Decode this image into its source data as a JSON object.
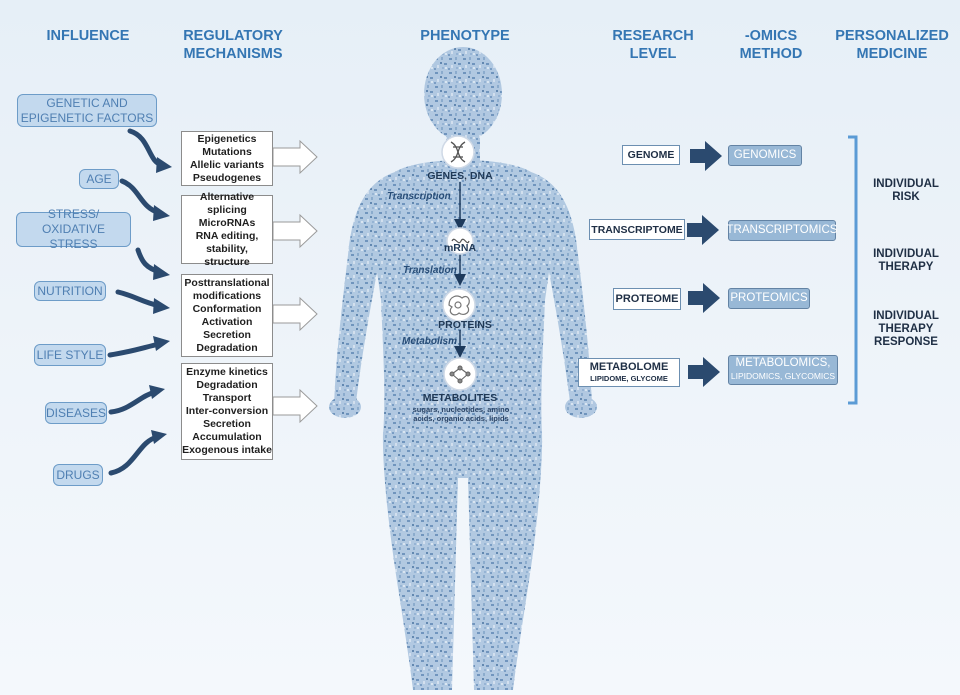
{
  "headers": {
    "influence": "INFLUENCE",
    "regulatory_line1": "REGULATORY",
    "regulatory_line2": "MECHANISMS",
    "phenotype": "PHENOTYPE",
    "research_line1": "RESEARCH",
    "research_line2": "LEVEL",
    "omics_line1": "-OMICS",
    "omics_line2": "METHOD",
    "personalized_line1": "PERSONALIZED",
    "personalized_line2": "MEDICINE"
  },
  "influences": {
    "genetic_line1": "GENETIC AND",
    "genetic_line2": "EPIGENETIC FACTORS",
    "age": "AGE",
    "stress_line1": "STRESS/",
    "stress_line2": "OXIDATIVE STRESS",
    "nutrition": "NUTRITION",
    "lifestyle": "LIFE STYLE",
    "diseases": "DISEASES",
    "drugs": "DRUGS"
  },
  "mechanisms": [
    [
      "Epigenetics",
      "Mutations",
      "Allelic variants",
      "Pseudogenes"
    ],
    [
      "Alternative",
      "splicing",
      "MicroRNAs",
      "RNA editing,",
      "stability, structure"
    ],
    [
      "Posttranslational",
      "modifications",
      "Conformation",
      "Activation",
      "Secretion",
      "Degradation"
    ],
    [
      "Enzyme kinetics",
      "Degradation",
      "Transport",
      "Inter-conversion",
      "Secretion",
      "Accumulation",
      "Exogenous intake"
    ]
  ],
  "phenotype": {
    "genes": "GENES, DNA",
    "transcription": "Transcription",
    "mrna": "mRNA",
    "translation": "Translation",
    "proteins": "PROTEINS",
    "metabolism": "Metabolism",
    "metabolites": "METABOLITES",
    "metabolites_sub1": "sugars, nucleotides, amino",
    "metabolites_sub2": "acids, organic acids, lipids"
  },
  "research_levels": {
    "genome": "GENOME",
    "transcriptome": "TRANSCRIPTOME",
    "proteome": "PROTEOME",
    "metabolome": "METABOLOME",
    "metabolome_sub": "LIPIDOME,  GLYCOME"
  },
  "omics_methods": {
    "genomics": "GENOMICS",
    "transcriptomics": "TRANSCRIPTOMICS",
    "proteomics": "PROTEOMICS",
    "metabolomics_line1": "METABOLOMICS,",
    "metabolomics_line2": "LIPIDOMICS, GLYCOMICS"
  },
  "personalized": {
    "risk_line1": "INDIVIDUAL",
    "risk_line2": "RISK",
    "therapy_line1": "INDIVIDUAL",
    "therapy_line2": "THERAPY",
    "response_line1": "INDIVIDUAL",
    "response_line2": "THERAPY",
    "response_line3": "RESPONSE"
  },
  "colors": {
    "header_text": "#3476b3",
    "influence_fill": "#c3d9ee",
    "arrow_dark": "#2b4a6f",
    "omics_fill": "#98b8d6",
    "bracket": "#5b9bd5",
    "body_speckle": "#8fb2d4"
  }
}
